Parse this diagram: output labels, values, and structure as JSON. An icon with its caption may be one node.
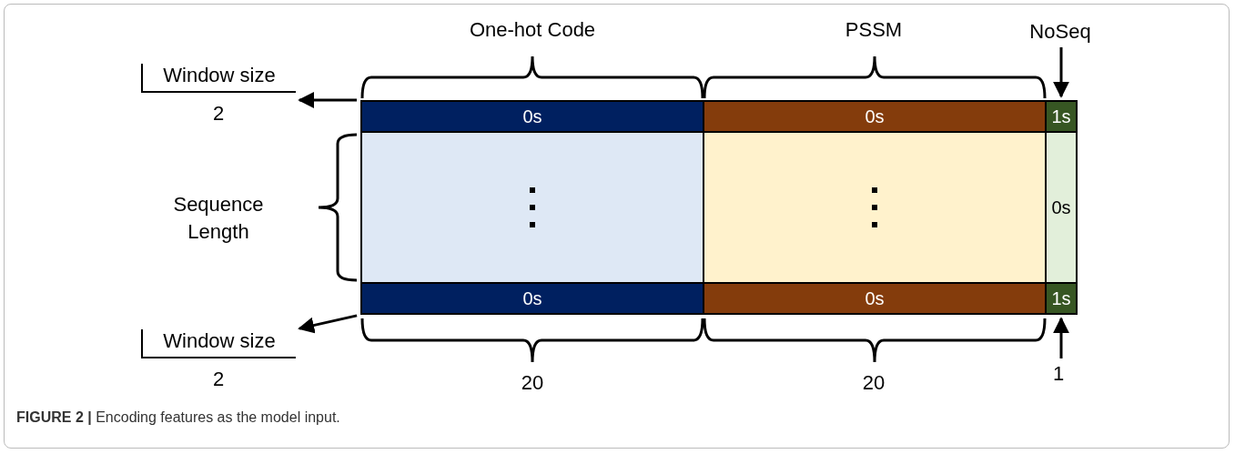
{
  "diagram": {
    "caption": "**FIGURE 2 |** Encoding features as the model input.",
    "nodes": [
      {
        "text": [
          "Window size",
          "2"
        ]
      },
      {
        "text": [
          "0s"
        ]
      },
      {
        "text": [
          "0s"
        ]
      },
      {
        "text": [
          "1s"
        ]
      },
      {
        "text": [],
        "shape": "box"
      },
      {
        "text": [],
        "shape": "box"
      },
      {
        "text": [
          "0s"
        ]
      },
      {
        "text": [
          "0s"
        ]
      },
      {
        "text": [
          "0s"
        ]
      },
      {
        "text": [
          "1s"
        ]
      },
      {
        "text": [
          "Window size",
          "2"
        ]
      },
      {
        "text": [
          "NoSeq"
        ]
      },
      {
        "text": [
          "1"
        ]
      }
    ],
    "edges": [
      {
        "from": 1,
        "to": 0,
        "arrow": "to"
      },
      {
        "from": 7,
        "to": 10,
        "arrow": "to"
      },
      {
        "from": 11,
        "to": 3,
        "arrow": "to"
      },
      {
        "from": 12,
        "to": 9,
        "arrow": "to"
      }
    ],
    "labels": [
      "One-hot Code",
      "PSSM",
      "Sequence Length",
      "20",
      "20"
    ]
  }
}
